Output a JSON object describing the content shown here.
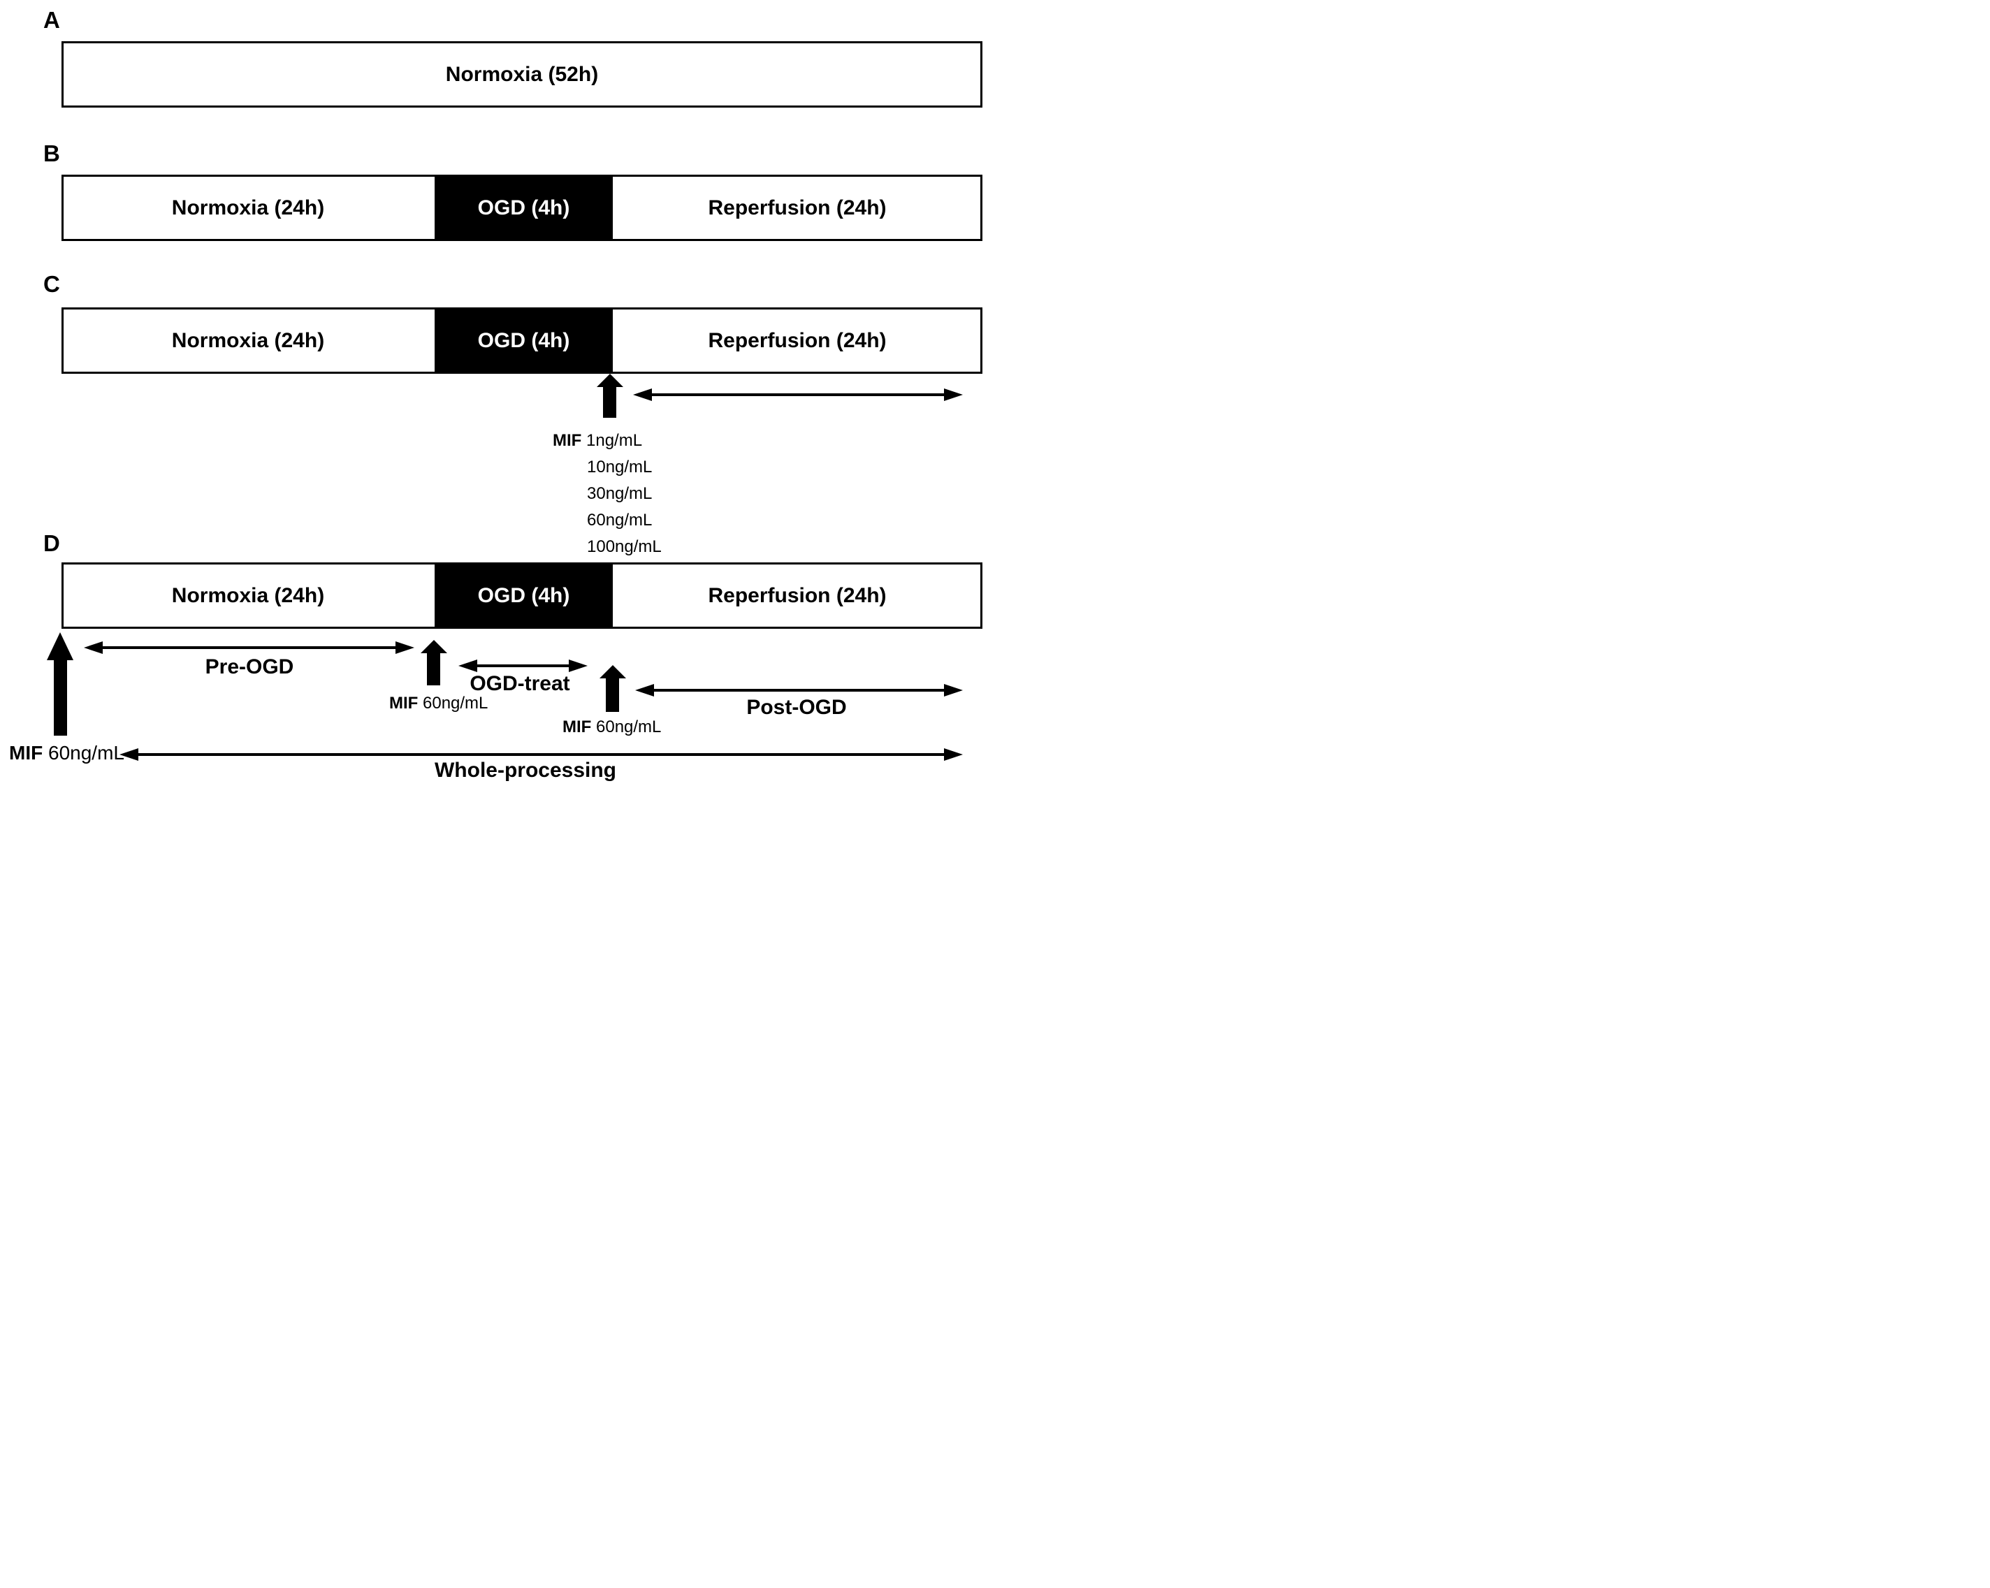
{
  "figure": {
    "colors": {
      "ink": "#000000",
      "ogd_fill": "#000000",
      "ogd_text": "#ffffff",
      "background": "#ffffff"
    },
    "panels": [
      {
        "label": "A",
        "segments": [
          {
            "text": "Normoxia (52h)"
          }
        ]
      },
      {
        "label": "B",
        "segments": [
          {
            "text": "Normoxia (24h)"
          },
          {
            "text": "OGD (4h)"
          },
          {
            "text": "Reperfusion (24h)"
          }
        ]
      },
      {
        "label": "C",
        "segments": [
          {
            "text": "Normoxia (24h)"
          },
          {
            "text": "OGD (4h)"
          },
          {
            "text": "Reperfusion (24h)"
          }
        ],
        "mif_titration": {
          "prefix": "MIF",
          "doses": [
            "1ng/mL",
            "10ng/mL",
            "30ng/mL",
            "60ng/mL",
            "100ng/mL"
          ]
        }
      },
      {
        "label": "D",
        "segments": [
          {
            "text": "Normoxia (24h)"
          },
          {
            "text": "OGD (4h)"
          },
          {
            "text": "Reperfusion (24h)"
          }
        ],
        "mif_doses": [
          {
            "prefix": "MIF",
            "value": "60ng/mL"
          },
          {
            "prefix": "MIF",
            "value": "60ng/mL"
          },
          {
            "prefix": "MIF",
            "value": "60ng/mL"
          }
        ],
        "phases": [
          {
            "name": "Pre-OGD"
          },
          {
            "name": "OGD-treat"
          },
          {
            "name": "Post-OGD"
          },
          {
            "name": "Whole-processing"
          }
        ]
      }
    ]
  }
}
